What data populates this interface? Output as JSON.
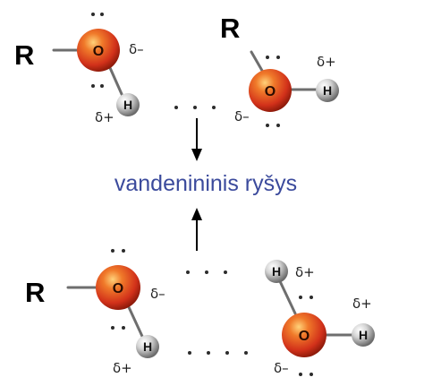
{
  "labels": {
    "r_group": "R",
    "oxygen": "O",
    "hydrogen": "H",
    "delta_minus": "δ–",
    "delta_plus": "δ+",
    "hydrogen_bond_caption": "vandenininis ryšys"
  },
  "colors": {
    "oxygen_fill": "#d93a1a",
    "hydrogen_fill": "#c8c8c8",
    "caption_color": "#3b4a9c"
  }
}
